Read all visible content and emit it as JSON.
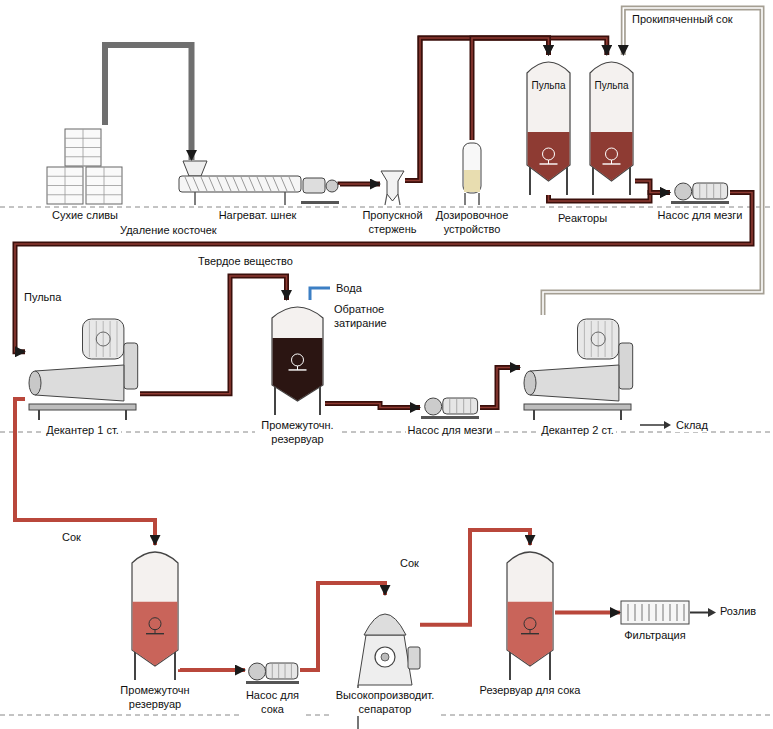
{
  "diagram": {
    "nodes": [
      {
        "text": [
          "Сухие сливы"
        ]
      },
      {
        "text": [
          "Нагреват. шнек"
        ]
      },
      {
        "text": [
          "Пропускной стержень"
        ]
      },
      {
        "text": [
          "Дозировочное устройство"
        ]
      },
      {
        "text": [
          "Пульпа"
        ]
      },
      {
        "text": [
          "Пульпа"
        ]
      },
      {
        "text": [
          "Насос для мезги"
        ]
      },
      {
        "text": [
          "Декантер 1 ст."
        ]
      },
      {
        "text": [
          "Промежуточн. резервуар"
        ]
      },
      {
        "text": [
          "Насос для мезги"
        ]
      },
      {
        "text": [
          "Декантер 2 ст."
        ]
      },
      {
        "text": [
          "Промежуточн резервуар"
        ]
      },
      {
        "text": [
          "Насос для сока"
        ]
      },
      {
        "text": [
          "Высокопроизводит. сепаратор"
        ]
      },
      {
        "text": [
          "Резервуар для сока"
        ]
      },
      {
        "text": [
          "Фильтрация"
        ]
      }
    ],
    "edges": [
      {
        "from": 0,
        "to": 1,
        "arrow": "to"
      },
      {
        "from": 1,
        "to": 2,
        "arrow": "to"
      },
      {
        "from": 2,
        "to": 4,
        "arrow": "to"
      },
      {
        "from": 2,
        "to": 5,
        "arrow": "to"
      },
      {
        "from": 3,
        "to": 4,
        "arrow": "to"
      },
      {
        "from": 4,
        "to": 6,
        "arrow": "to"
      },
      {
        "from": 5,
        "to": 6,
        "arrow": "to"
      },
      {
        "from": 6,
        "to": 7,
        "arrow": "to"
      },
      {
        "from": 7,
        "to": 8,
        "arrow": "to"
      },
      {
        "from": 8,
        "to": 9,
        "arrow": "to"
      },
      {
        "from": 9,
        "to": 10,
        "arrow": "to"
      },
      {
        "from": 10,
        "to": 5,
        "arrow": "to"
      },
      {
        "from": 7,
        "to": 11,
        "arrow": "to"
      },
      {
        "from": 11,
        "to": 12,
        "arrow": "to"
      },
      {
        "from": 12,
        "to": 13,
        "arrow": "to"
      },
      {
        "from": 13,
        "to": 14,
        "arrow": "to"
      },
      {
        "from": 14,
        "to": 15,
        "arrow": "to"
      }
    ],
    "labels": [
      "Удаление косточек",
      "Реакторы",
      "Прокипяченный сок",
      "Пульпа",
      "Твердое вещество",
      "Вода",
      "Обратное затирание",
      "Склад",
      "Сок",
      "Сок",
      "Розлив"
    ]
  }
}
